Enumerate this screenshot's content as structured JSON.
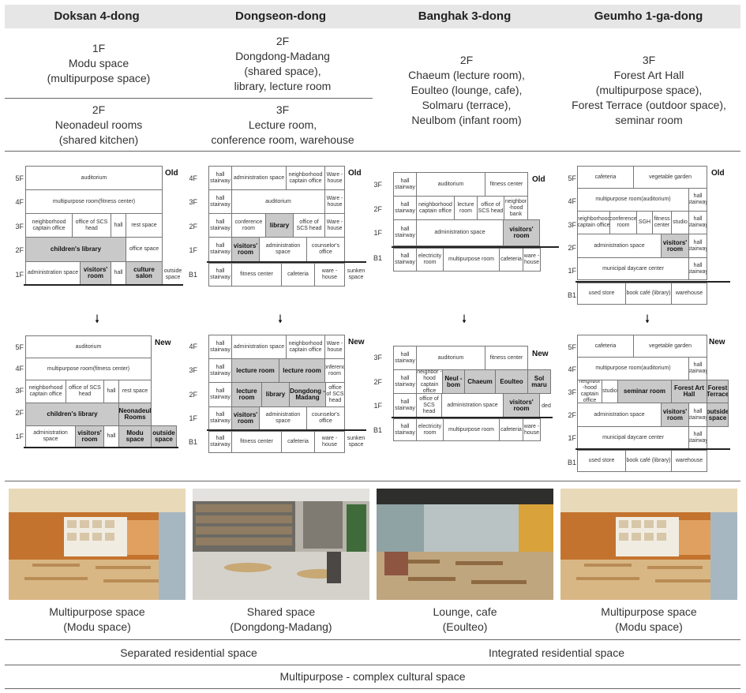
{
  "columns": [
    {
      "name": "Doksan 4-dong",
      "desc_top": [
        "1F",
        "Modu space",
        "(multipurpose space)"
      ],
      "desc_bottom": [
        "2F",
        "Neonadeul rooms",
        "(shared kitchen)"
      ],
      "caption": [
        "Multipurpose space",
        "(Modu space)"
      ]
    },
    {
      "name": "Dongseon-dong",
      "desc_top": [
        "2F",
        "Dongdong-Madang",
        "(shared space),",
        "library, lecture room"
      ],
      "desc_bottom": [
        "3F",
        "Lecture room,",
        "conference room, warehouse"
      ],
      "caption": [
        "Shared space",
        "(Dongdong-Madang)"
      ]
    },
    {
      "name": "Banghak 3-dong",
      "desc_top": [
        "2F",
        "Chaeum (lecture room),",
        "Eoulteo (lounge, cafe),",
        "Solmaru (terrace),",
        "Neulbom (infant room)"
      ],
      "caption": [
        "Lounge, cafe",
        "(Eoulteo)"
      ]
    },
    {
      "name": "Geumho 1-ga-dong",
      "desc_top": [
        "3F",
        "Forest Art Hall",
        "(multipurpose space),",
        "Forest Terrace (outdoor space),",
        "seminar room"
      ],
      "caption": [
        "Multipurpose space",
        "(Modu space)"
      ]
    }
  ],
  "tags": {
    "old": "Old",
    "new": "New"
  },
  "arrow": "🠗",
  "floors": {
    "f5": "5F",
    "f4": "4F",
    "f3": "3F",
    "f2": "2F",
    "f1": "1F",
    "b1": "B1"
  },
  "labels": {
    "auditorium": "auditorium",
    "mp_fitness": "multipurpose room(fitness center)",
    "nb_captain": "neighborhood captain office",
    "scs_head": "office of SCS head",
    "hall": "hall",
    "rest_space": "rest space",
    "childrens_library": "children's library",
    "office_space": "office space",
    "admin_space": "administration space",
    "visitors_room": "visitors' room",
    "culture_salon": "culture salon",
    "outside_space": "outside space",
    "neonadeul": "Neonadeul Rooms",
    "modu_space": "Modu space",
    "hall_stairway": "hall stairway",
    "nb_captain_short": "neighborhood captain office",
    "ware_house": "Ware -house",
    "conference_room": "conference room",
    "library": "library",
    "fitness_center": "fitness center",
    "cafeteria": "cafeteria",
    "warehouse_b": "ware -house",
    "sunken_space": "sunken space",
    "counselors_office": "counselor's office",
    "lecture_room": "lecture room",
    "conference_short": "conference room",
    "dongdong": "Dongdong -Madang",
    "scs_head_short": "office of SCS head",
    "lecture_short": "lecture room",
    "nb_bank": "neighbor -hood bank",
    "electricity_room": "electricity room",
    "multipurpose_room": "multipurpose room",
    "nb_captain_hy": "neighbor -hood captain office",
    "neul_bom": "Neul -bom",
    "chaeum": "Chaeum",
    "eoulteo": "Eoulteo",
    "sol_maru": "Sol maru",
    "ded": "ded",
    "vegetable_garden": "vegetable garden",
    "mp_auditorium": "multipurpose room(auditorium)",
    "sgh": "SGH",
    "studio": "studio",
    "daycare": "municipal daycare center",
    "used_store": "used store",
    "book_cafe": "book café (library)",
    "warehouse": "warehouse",
    "seminar_room": "seminar room",
    "forest_art_hall": "Forest Art Hall",
    "forest_terrace": "Forest Terrace",
    "nb_captain_hy2": "neighbor -hood captain office"
  },
  "footer": {
    "separated": "Separated residential space",
    "integrated": "Integrated residential space",
    "multipurpose": "Multipurpose - complex cultural space"
  },
  "colors": {
    "header_bg": "#e6e6e6",
    "highlight": "#c9c9c9",
    "line": "#666666"
  }
}
